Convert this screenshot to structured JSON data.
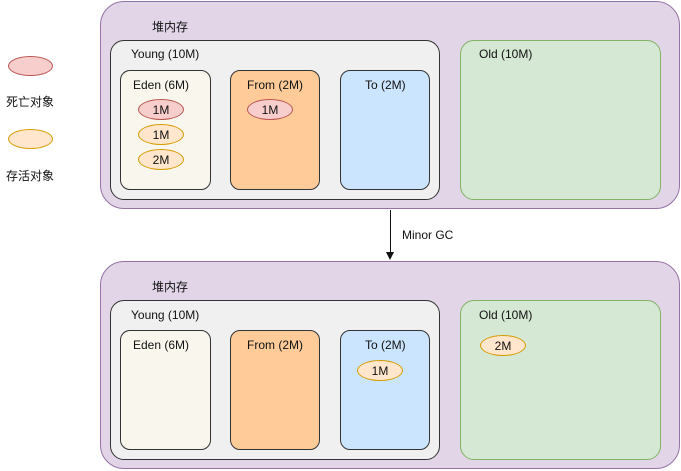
{
  "legend": {
    "dead_label": "死亡对象",
    "alive_label": "存活对象"
  },
  "colors": {
    "heap": "#e1d5e7",
    "young": "#f0f0f0",
    "eden": "#f9f7ed",
    "from": "#ffcc99",
    "to": "#cce5ff",
    "old": "#d5e8d4",
    "dead": "#f8cecc",
    "alive": "#ffe6cc"
  },
  "before": {
    "heap_label": "堆内存",
    "young_label": "Young (10M)",
    "eden_label": "Eden (6M)",
    "from_label": "From (2M)",
    "to_label": "To (2M)",
    "old_label": "Old (10M)",
    "eden_objects": [
      {
        "size": "1M",
        "state": "dead"
      },
      {
        "size": "1M",
        "state": "alive"
      },
      {
        "size": "2M",
        "state": "alive"
      }
    ],
    "from_objects": [
      {
        "size": "1M",
        "state": "dead"
      }
    ]
  },
  "transition_label": "Minor GC",
  "after": {
    "heap_label": "堆内存",
    "young_label": "Young (10M)",
    "eden_label": "Eden (6M)",
    "from_label": "From (2M)",
    "to_label": "To (2M)",
    "old_label": "Old (10M)",
    "to_objects": [
      {
        "size": "1M",
        "state": "alive"
      }
    ],
    "old_objects": [
      {
        "size": "2M",
        "state": "alive"
      }
    ]
  }
}
